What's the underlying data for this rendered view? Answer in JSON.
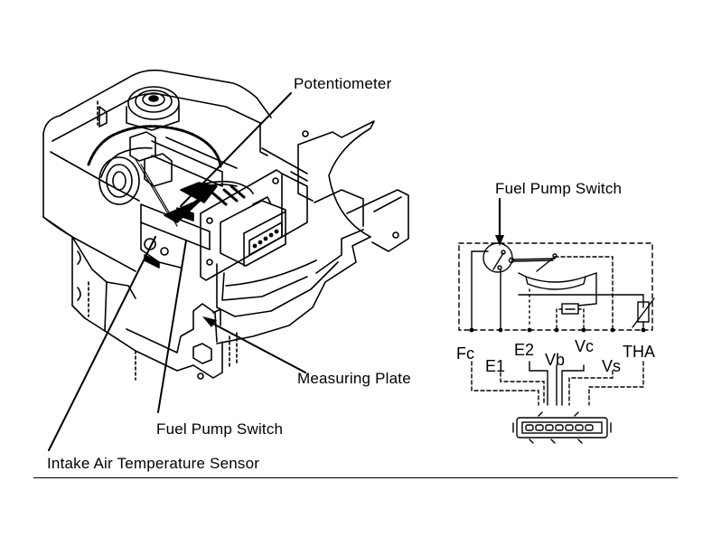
{
  "figure": {
    "kind": "airflow meter cutaway illustration with wiring schematic",
    "colors": {
      "ink": "#000000",
      "paper": "#ffffff"
    },
    "callouts": {
      "potentiometer": "Potentiometer",
      "measuring_plate": "Measuring Plate",
      "fuel_pump_switch": "Fuel Pump Switch",
      "intake_air_temp_sensor": "Intake Air Temperature Sensor"
    },
    "schematic": {
      "title": "Fuel Pump Switch",
      "terminals": [
        {
          "id": "Fc",
          "label": "Fc"
        },
        {
          "id": "E1",
          "label": "E1"
        },
        {
          "id": "E2",
          "label": "E2"
        },
        {
          "id": "Vb",
          "label": "Vb"
        },
        {
          "id": "Vc",
          "label": "Vc"
        },
        {
          "id": "Vs",
          "label": "Vs"
        },
        {
          "id": "THA",
          "label": "THA"
        }
      ],
      "connector_pins": 7
    }
  }
}
